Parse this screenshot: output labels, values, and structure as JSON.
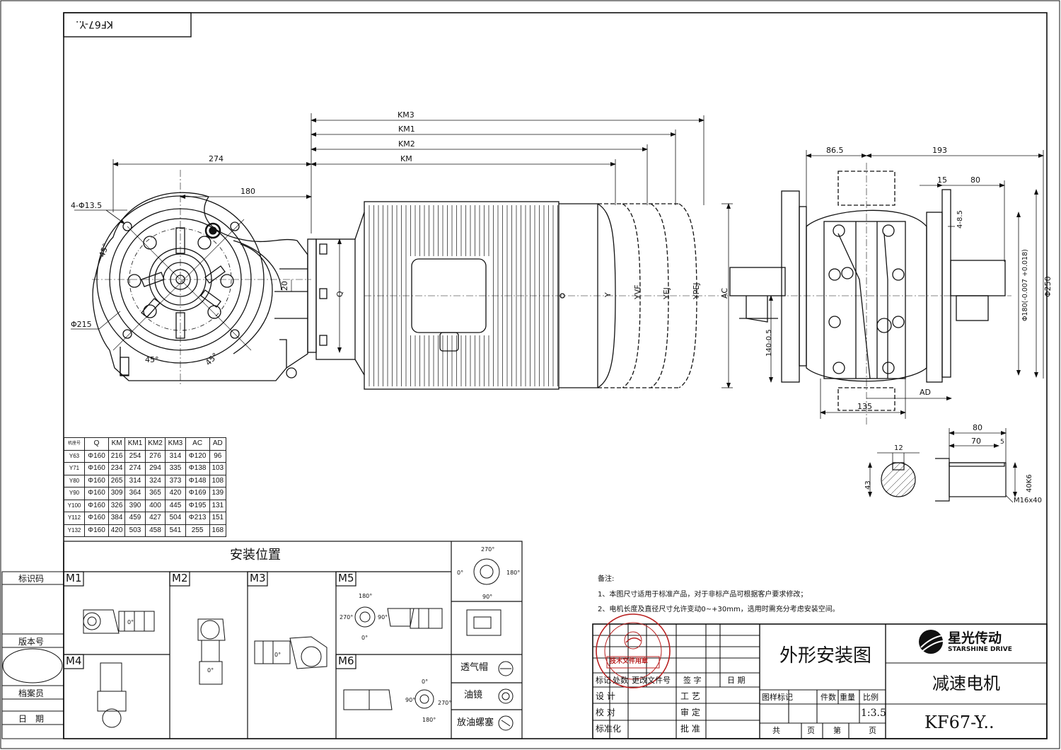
{
  "drawing_code": "KF67-Y..",
  "front_view": {
    "dim_274": "274",
    "dim_180": "180",
    "bolt_holes": "4-Φ13.5",
    "angle_45": "45°",
    "dim_20": "20",
    "dia_215": "Φ215",
    "q_label": "Q"
  },
  "motor_dims": {
    "km3": "KM3",
    "km1": "KM1",
    "km2": "KM2",
    "km": "KM",
    "series_labels": [
      "Y",
      "YVF",
      "YEJ",
      "YPEJ"
    ],
    "ac": "AC"
  },
  "side_view": {
    "dim_86_5": "86.5",
    "dim_193": "193",
    "dim_15": "15",
    "dim_80": "80",
    "dim_4_8_5": "4-8.5",
    "dia_180": "Φ180(-0.007 +0.018)",
    "dia_250": "Φ250",
    "dim_140": "140-0.5",
    "ad": "AD",
    "dim_135": "135"
  },
  "shaft_detail": {
    "dim_12": "12",
    "dim_43": "43",
    "dim_80": "80",
    "dim_70": "70",
    "dim_5": "5",
    "dim_40k6": "40K6",
    "thread": "M16x40"
  },
  "table": {
    "corner": "机座号",
    "headers": [
      "Q",
      "KM",
      "KM1",
      "KM2",
      "KM3",
      "AC",
      "AD"
    ],
    "rows": [
      [
        "Y63",
        "Φ160",
        "216",
        "254",
        "276",
        "314",
        "Φ120",
        "96"
      ],
      [
        "Y71",
        "Φ160",
        "234",
        "274",
        "294",
        "335",
        "Φ138",
        "103"
      ],
      [
        "Y80",
        "Φ160",
        "265",
        "314",
        "324",
        "373",
        "Φ148",
        "108"
      ],
      [
        "Y90",
        "Φ160",
        "309",
        "364",
        "365",
        "420",
        "Φ169",
        "139"
      ],
      [
        "Y100",
        "Φ160",
        "326",
        "390",
        "400",
        "445",
        "Φ195",
        "131"
      ],
      [
        "Y112",
        "Φ160",
        "384",
        "459",
        "427",
        "504",
        "Φ213",
        "151"
      ],
      [
        "Y132",
        "Φ160",
        "420",
        "503",
        "458",
        "541",
        "255",
        "168"
      ]
    ]
  },
  "mounting": {
    "title": "安装位置",
    "positions": [
      "M1",
      "M2",
      "M3",
      "M5",
      "M4",
      "M6"
    ],
    "angle_0": "0°",
    "angle_90": "90°",
    "angle_180": "180°",
    "angle_270": "270°",
    "legend": [
      "透气帽",
      "油镜",
      "放油螺塞"
    ]
  },
  "left_strip": [
    "标识码",
    "版本号",
    "档案员",
    "日　期"
  ],
  "notes": {
    "title": "备注:",
    "items": [
      "1、本图尺寸适用于标准产品，对于非标产品可根据客户要求修改；",
      "2、电机长度及直径尺寸允许变动0~+30mm，选用时需充分考虑安装空间。"
    ]
  },
  "title_block": {
    "drawing_name": "外形安装图",
    "product_name": "减速电机",
    "model": "KF67-Y..",
    "brand_cn": "星光传动",
    "brand_en": "STARSHINE DRIVE",
    "change_headers": [
      "标记",
      "处数",
      "更改文件号",
      "签 字",
      "日 期"
    ],
    "roles_left": [
      "设 计",
      "校 对",
      "标准化"
    ],
    "roles_right": [
      "工 艺",
      "审 定",
      "批 准"
    ],
    "stage_headers": [
      "图样标记",
      "件数",
      "重量",
      "比例"
    ],
    "scale": "1:3.5",
    "sheets": [
      "共",
      "页",
      "第",
      "页"
    ],
    "stamp": "技术文件用章"
  },
  "colors": {
    "stamp": "#b82020",
    "line": "#111111"
  }
}
